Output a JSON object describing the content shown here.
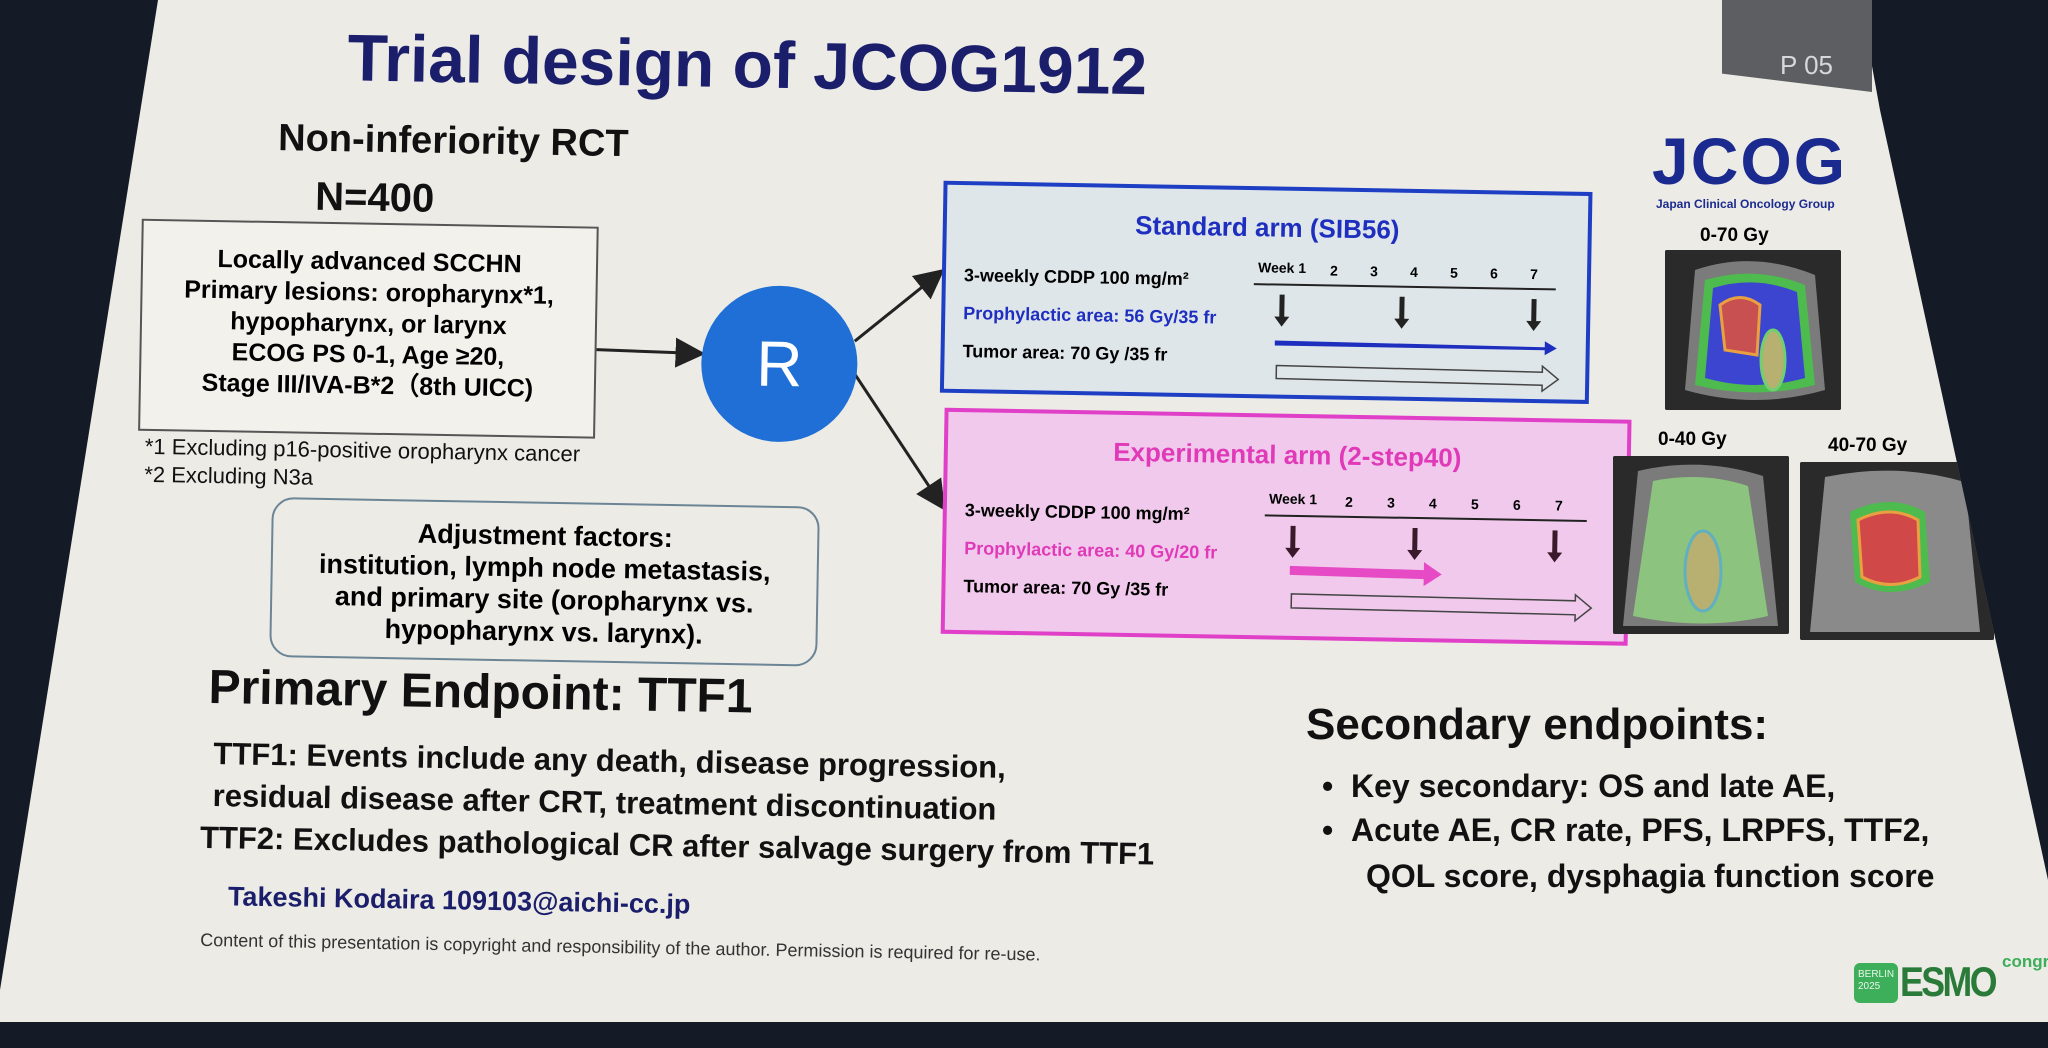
{
  "title": "Trial design of JCOG1912",
  "design": {
    "type": "Non-inferiority RCT",
    "n": "N=400"
  },
  "eligibility": {
    "lines": [
      "Locally advanced SCCHN",
      "Primary lesions: oropharynx*1,",
      "hypopharynx, or larynx",
      "ECOG PS 0-1, Age ≥20,",
      "Stage III/IVA-B*2（8th UICC)"
    ]
  },
  "randomization": "R",
  "footnotes": [
    "*1 Excluding p16-positive oropharynx cancer",
    "*2 Excluding N3a"
  ],
  "adjustment": {
    "lines": [
      "Adjustment factors:",
      "institution, lymph node metastasis,",
      "and primary site (oropharynx vs.",
      "hypopharynx vs. larynx)."
    ]
  },
  "standard_arm": {
    "title": "Standard arm (SIB56)",
    "chemo": "3-weekly CDDP 100 mg/m²",
    "prophylactic": "Prophylactic area: 56 Gy/35 fr",
    "tumor": "Tumor area: 70 Gy /35 fr",
    "weeks": [
      "Week 1",
      "2",
      "3",
      "4",
      "5",
      "6",
      "7"
    ],
    "color": "#1e3fc4"
  },
  "experimental_arm": {
    "title": "Experimental arm (2-step40)",
    "chemo": "3-weekly CDDP 100 mg/m²",
    "prophylactic": "Prophylactic area: 40 Gy/20 fr",
    "tumor": "Tumor area: 70 Gy /35 fr",
    "weeks": [
      "Week 1",
      "2",
      "3",
      "4",
      "5",
      "6",
      "7"
    ],
    "color": "#e040c8"
  },
  "logo": {
    "name": "JCOG",
    "subtitle": "Japan Clinical Oncology Group"
  },
  "images": [
    {
      "label": "0-70 Gy"
    },
    {
      "label": "0-40 Gy"
    },
    {
      "label": "40-70 Gy"
    }
  ],
  "primary": {
    "heading": "Primary Endpoint: TTF1",
    "lines": [
      "TTF1: Events include any death, disease progression,",
      "residual disease after CRT, treatment discontinuation",
      "TTF2: Excludes pathological CR after salvage surgery from TTF1"
    ]
  },
  "secondary": {
    "heading": "Secondary endpoints:",
    "items": [
      "Key secondary: OS and late AE,",
      "Acute AE, CR rate, PFS, LRPFS, TTF2,"
    ],
    "continuation": "QOL score, dysphagia function score"
  },
  "author": "Takeshi Kodaira  109103@aichi-cc.jp",
  "copyright": "Content of this presentation is copyright and responsibility of the author. Permission is required for re-use.",
  "congress": {
    "city": "BERLIN",
    "year": "2025",
    "name": "ESMO",
    "suffix": "congress"
  },
  "bg_tag": "P 05"
}
